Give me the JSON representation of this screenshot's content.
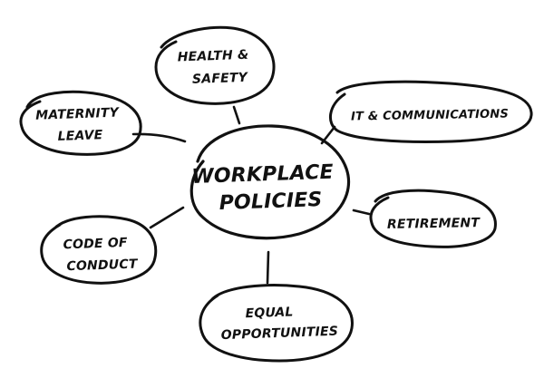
{
  "diagram": {
    "central": {
      "lines": [
        "WORKPLACE",
        "POLICIES"
      ]
    },
    "nodes": [
      {
        "id": "health-safety",
        "lines": [
          "HEALTH &",
          "SAFETY"
        ]
      },
      {
        "id": "it-communications",
        "lines": [
          "IT & COMMUNICATIONS"
        ]
      },
      {
        "id": "retirement",
        "lines": [
          "RETIREMENT"
        ]
      },
      {
        "id": "equal-opportunities",
        "lines": [
          "EQUAL",
          "OPPORTUNITIES"
        ]
      },
      {
        "id": "code-of-conduct",
        "lines": [
          "CODE OF",
          "CONDUCT"
        ]
      },
      {
        "id": "maternity-leave",
        "lines": [
          "MATERNITY",
          "LEAVE"
        ]
      }
    ],
    "ink_color": "#111111"
  }
}
